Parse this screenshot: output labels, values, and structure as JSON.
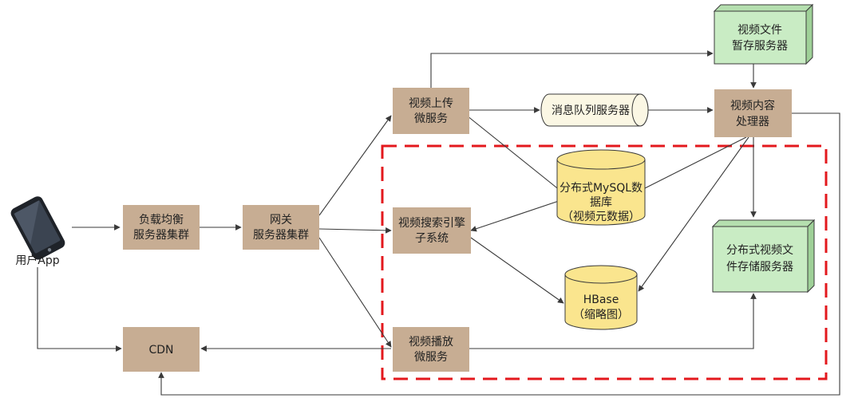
{
  "nodes": {
    "user_app": {
      "label": "用户App"
    },
    "load_balancer": {
      "lines": [
        "负载均衡",
        "服务器集群"
      ]
    },
    "gateway": {
      "lines": [
        "网关",
        "服务器集群"
      ]
    },
    "upload_service": {
      "lines": [
        "视频上传",
        "微服务"
      ]
    },
    "search_subsystem": {
      "lines": [
        "视频搜索引擎",
        "子系统"
      ]
    },
    "playback_service": {
      "lines": [
        "视频播放",
        "微服务"
      ]
    },
    "cdn": {
      "label": "CDN"
    },
    "message_queue": {
      "label": "消息队列服务器"
    },
    "temp_storage": {
      "lines": [
        "视频文件",
        "暂存服务器"
      ]
    },
    "content_processor": {
      "lines": [
        "视频内容",
        "处理器"
      ]
    },
    "mysql_db": {
      "lines": [
        "分布式MySQL数",
        "据库",
        "（视频元数据）"
      ]
    },
    "hbase": {
      "lines": [
        "HBase",
        "（缩略图）"
      ]
    },
    "distributed_storage": {
      "lines": [
        "分布式视频文",
        "件存储服务器"
      ]
    }
  },
  "colors": {
    "service_box": "#c7ad93",
    "green_box": "#c9ecc4",
    "green_border": "#3a3a3a",
    "db_fill": "#fae58e",
    "queue_fill": "#fbf7e4",
    "dashed_region": "#e3181d",
    "edge": "#3a3a3a"
  }
}
